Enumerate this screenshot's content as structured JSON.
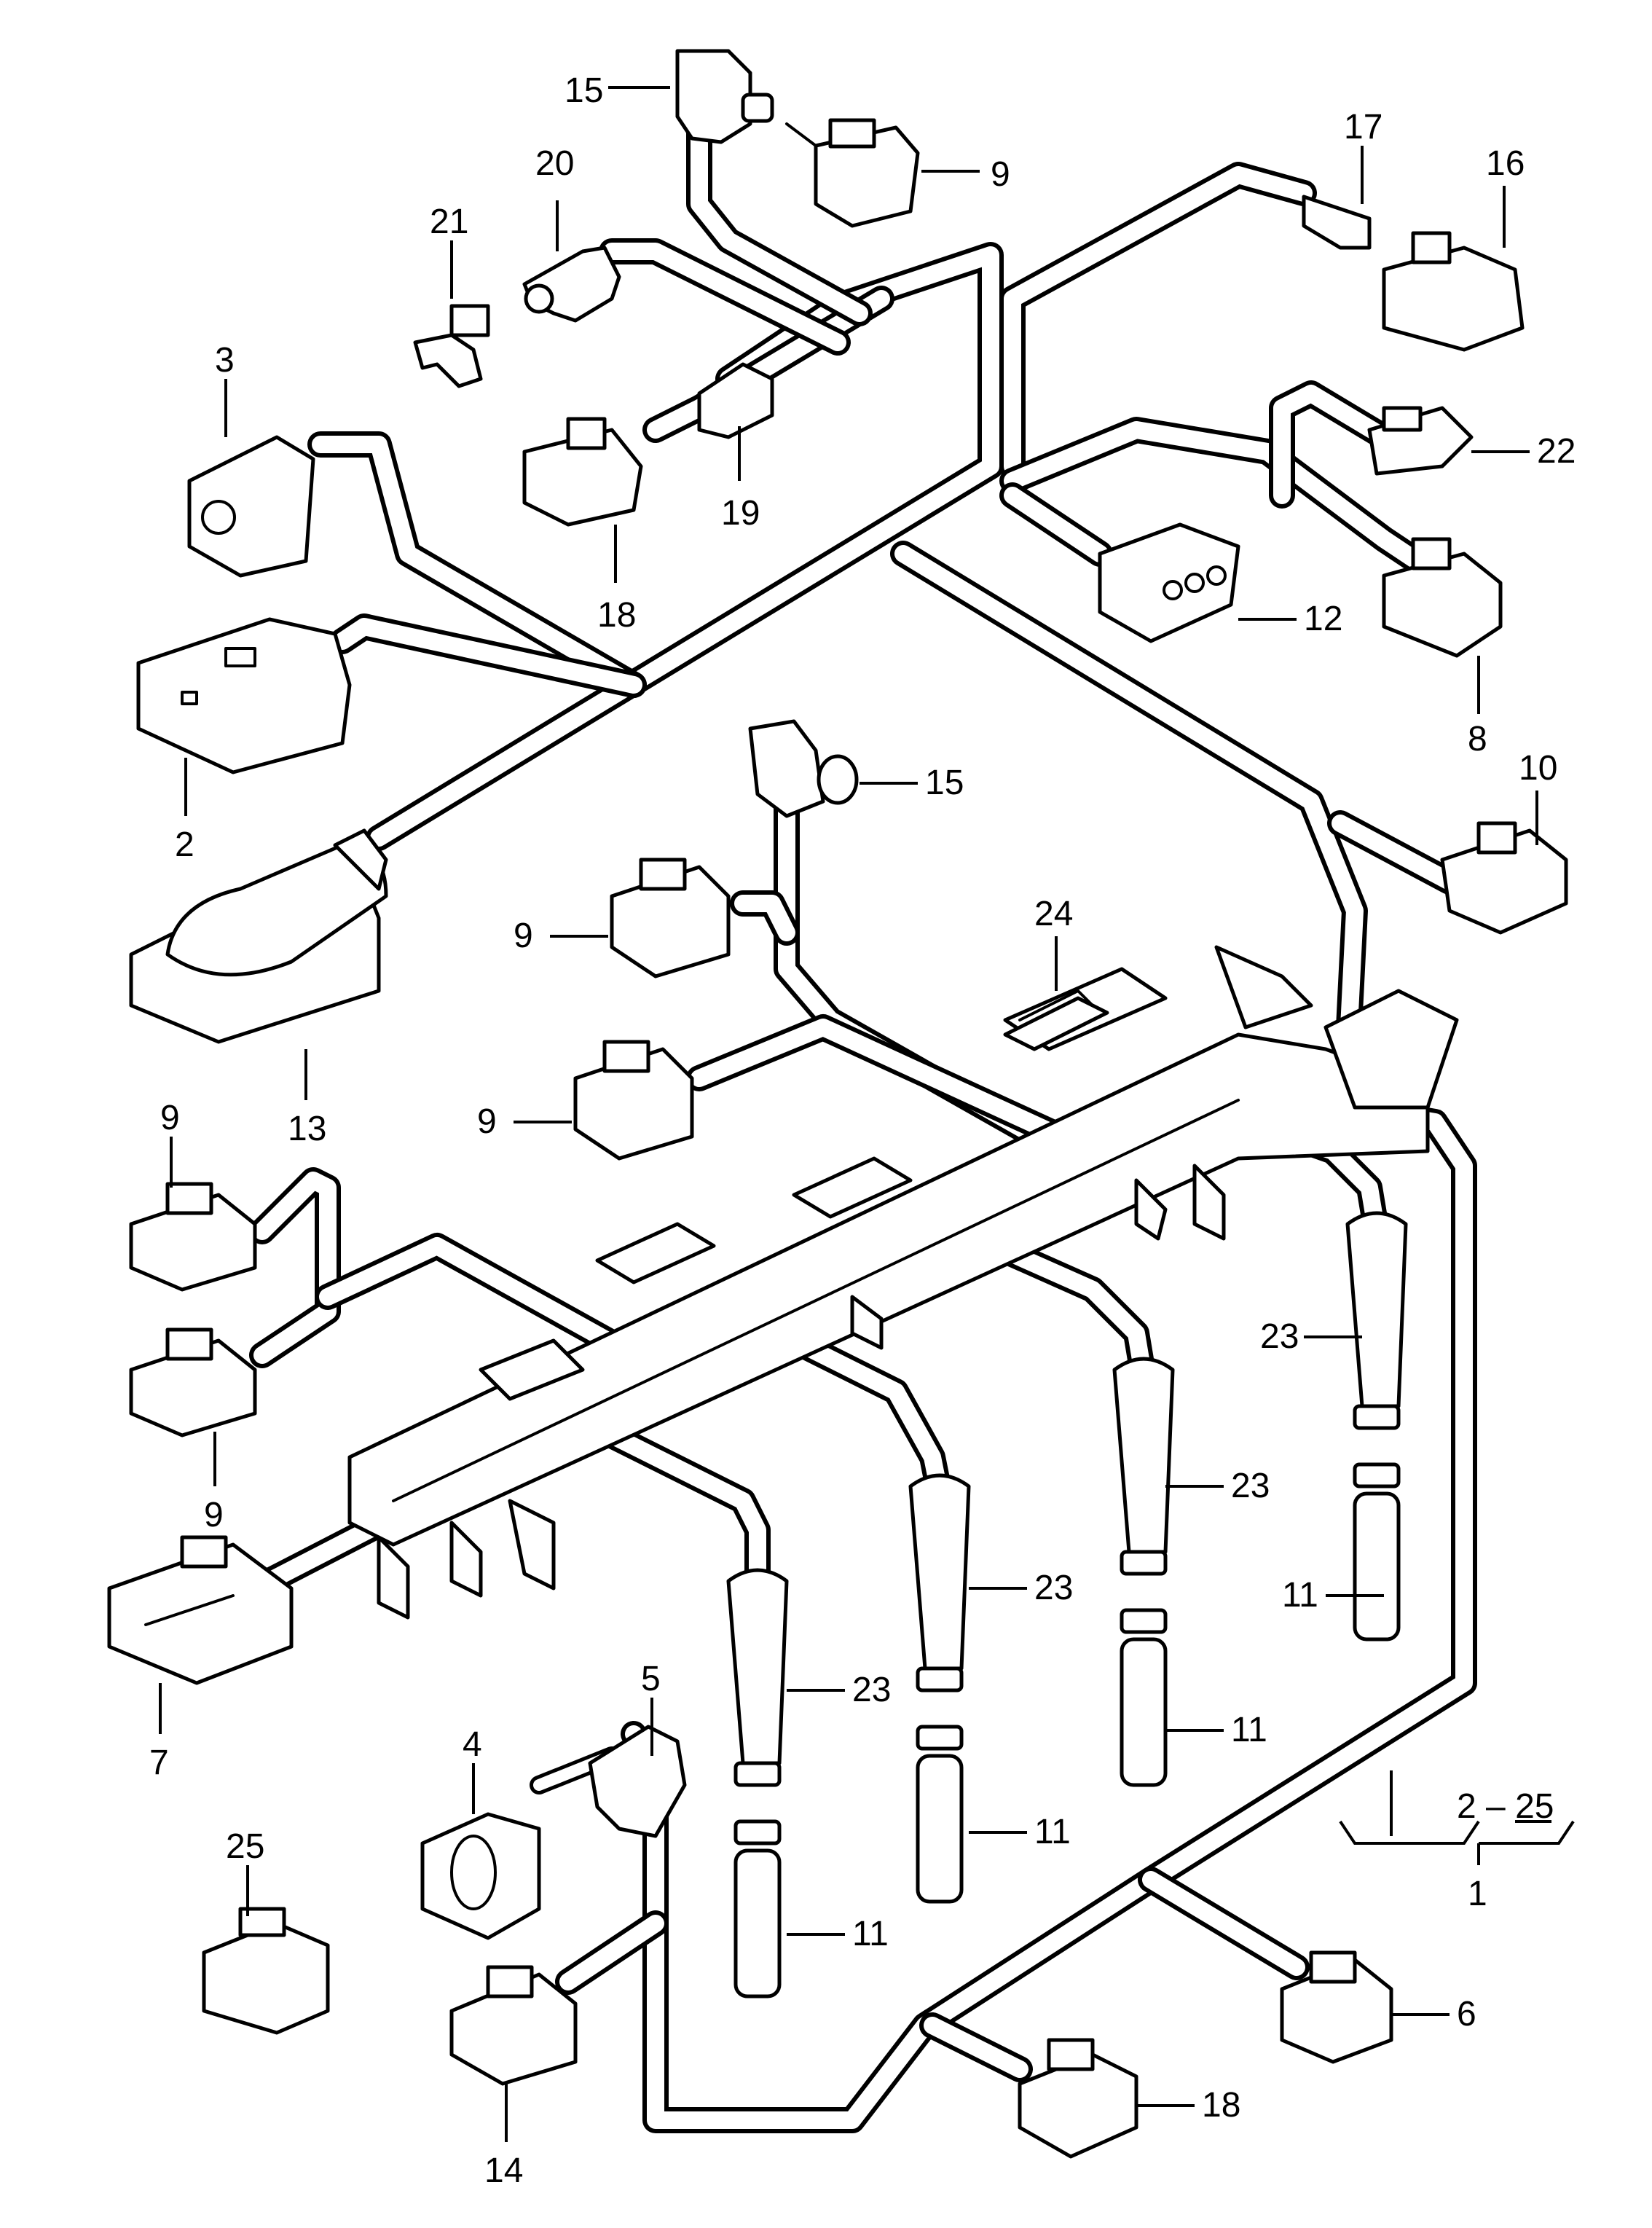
{
  "diagram": {
    "callouts": {
      "c1": "1",
      "c2": "2",
      "c2_25": "2 – 25",
      "c3": "3",
      "c4": "4",
      "c5": "5",
      "c6": "6",
      "c7": "7",
      "c8": "8",
      "c9": "9",
      "c10": "10",
      "c11": "11",
      "c12": "12",
      "c13": "13",
      "c14": "14",
      "c15": "15",
      "c16": "16",
      "c17": "17",
      "c18": "18",
      "c19": "19",
      "c20": "20",
      "c21": "21",
      "c22": "22",
      "c23": "23",
      "c24": "24",
      "c25": "25"
    }
  }
}
